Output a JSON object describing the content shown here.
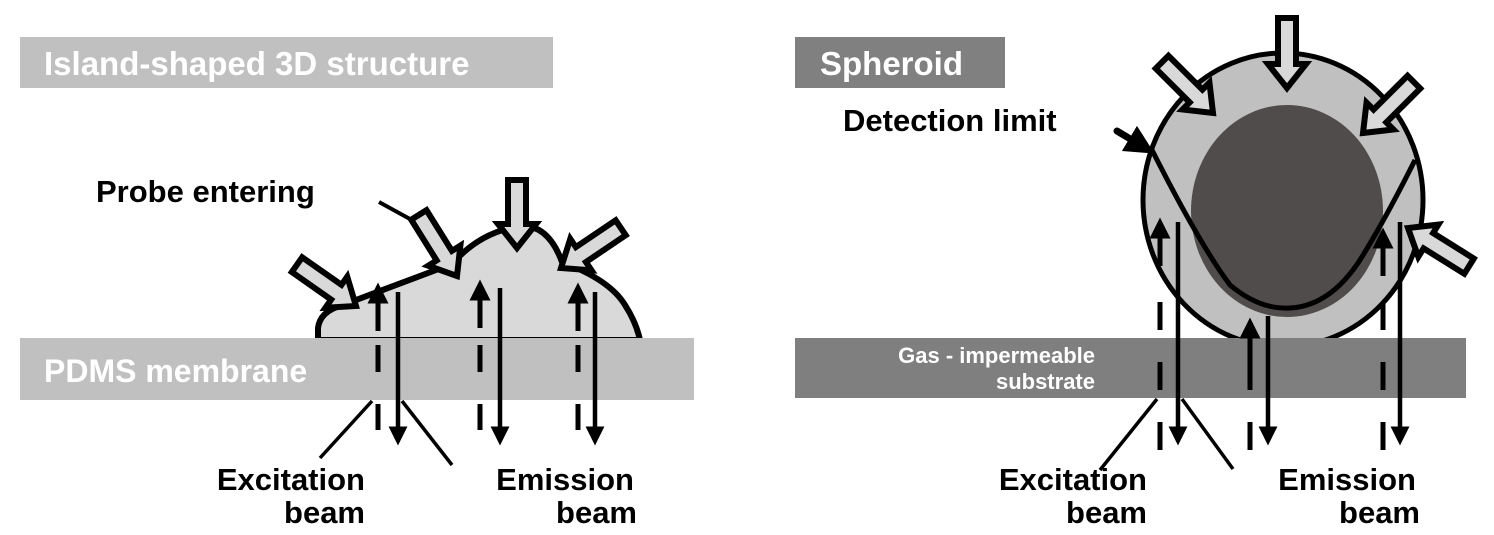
{
  "colors": {
    "background": "#ffffff",
    "light_box": "#c0c0c0",
    "dark_box": "#808080",
    "island_fill": "#d9d9d9",
    "pdms_band": "#c0c0c0",
    "spheroid_outer": "#c0c0c0",
    "spheroid_core": "#504c4b",
    "substrate_band": "#7f7f7f",
    "probe_arrow_fill": "#d9d9d9",
    "ink": "#000000"
  },
  "left_panel": {
    "title": "Island-shaped 3D structure",
    "probe_label": "Probe entering",
    "membrane_label": "PDMS membrane",
    "excitation_label": [
      "Excitation",
      "beam"
    ],
    "emission_label": [
      "Emission",
      "beam"
    ],
    "beam_pair_count": 3,
    "probe_arrow_count": 4
  },
  "right_panel": {
    "title": "Spheroid",
    "detection_label": "Detection limit",
    "substrate_label": [
      "Gas - impermeable",
      "substrate"
    ],
    "excitation_label": [
      "Excitation",
      "beam"
    ],
    "emission_label": [
      "Emission",
      "beam"
    ],
    "beam_pair_count": 3,
    "probe_arrow_count": 4
  }
}
